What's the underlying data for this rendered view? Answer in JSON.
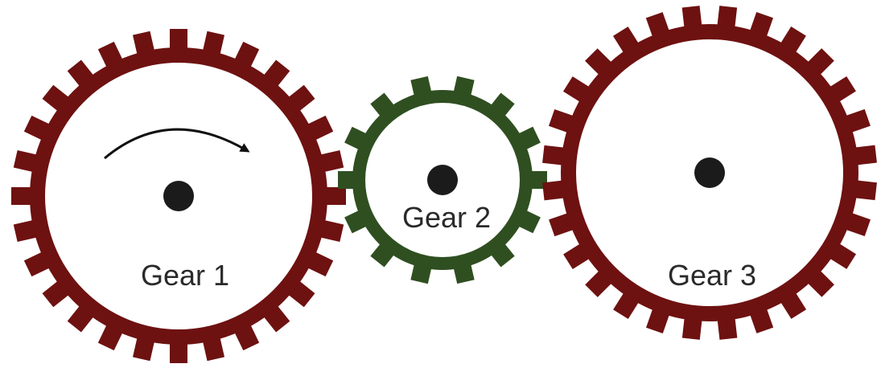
{
  "diagram": {
    "gears": [
      {
        "label": "Gear 1",
        "teeth": 28,
        "color": "#6e1111"
      },
      {
        "label": "Gear 2",
        "teeth": 14,
        "color": "#2f4f21"
      },
      {
        "label": "Gear 3",
        "teeth": 28,
        "color": "#6e1111"
      }
    ],
    "rotation_arrow": {
      "direction": "clockwise",
      "color": "#111111"
    },
    "hub_color": "#1b1b1b",
    "background": "#ffffff"
  }
}
